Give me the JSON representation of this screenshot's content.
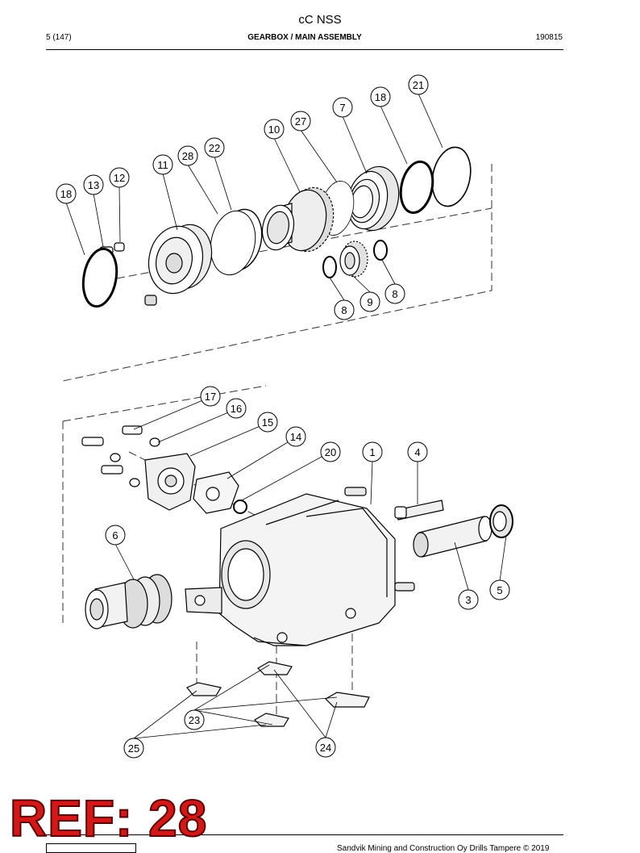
{
  "header": {
    "doc_title": "cC NSS",
    "page": "5 (147)",
    "section": "GEARBOX / MAIN ASSEMBLY",
    "doc_code": "190815"
  },
  "stamp": {
    "text": "REF: 28"
  },
  "footer": {
    "copyright": "Sandvik Mining and Construction Oy Drills Tampere © 2019"
  },
  "callouts": [
    {
      "label": "21"
    },
    {
      "label": "18"
    },
    {
      "label": "7"
    },
    {
      "label": "27"
    },
    {
      "label": "10"
    },
    {
      "label": "22"
    },
    {
      "label": "28"
    },
    {
      "label": "11"
    },
    {
      "label": "12"
    },
    {
      "label": "13"
    },
    {
      "label": "18"
    },
    {
      "label": "8"
    },
    {
      "label": "9"
    },
    {
      "label": "8"
    },
    {
      "label": "17"
    },
    {
      "label": "16"
    },
    {
      "label": "15"
    },
    {
      "label": "14"
    },
    {
      "label": "20"
    },
    {
      "label": "1"
    },
    {
      "label": "4"
    },
    {
      "label": "6"
    },
    {
      "label": "5"
    },
    {
      "label": "3"
    },
    {
      "label": "23"
    },
    {
      "label": "25"
    },
    {
      "label": "24"
    }
  ]
}
